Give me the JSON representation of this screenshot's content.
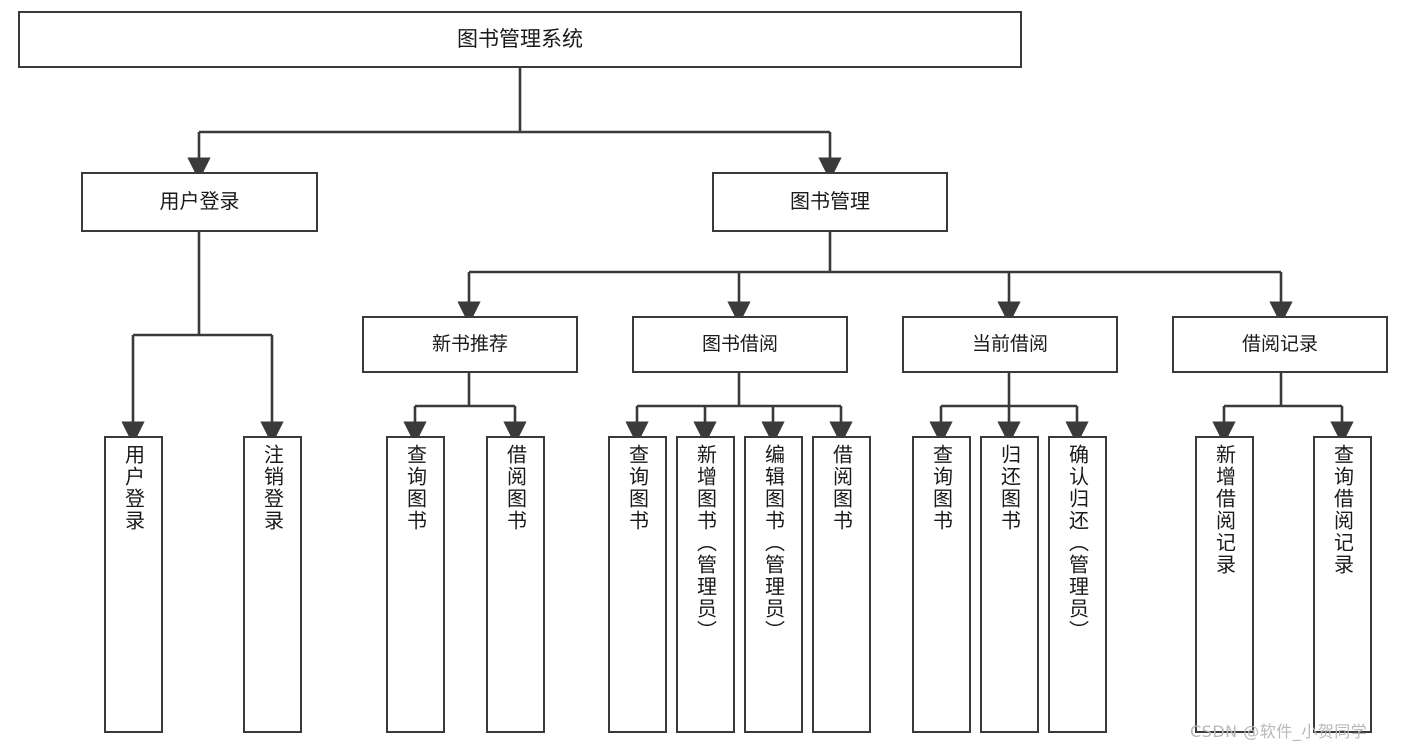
{
  "diagram": {
    "title": "图书管理系统",
    "type": "tree-hierarchy",
    "colors": {
      "stroke": "#3a3a3a",
      "box_fill": "#ffffff",
      "text": "#1a1a1a",
      "background": "#ffffff",
      "watermark": "#b8b8b8"
    },
    "root": {
      "label": "图书管理系统"
    },
    "level1": [
      {
        "label": "用户登录"
      },
      {
        "label": "图书管理"
      }
    ],
    "level2": [
      {
        "label": "新书推荐"
      },
      {
        "label": "图书借阅"
      },
      {
        "label": "当前借阅"
      },
      {
        "label": "借阅记录"
      }
    ],
    "leaves": {
      "user_login": [
        {
          "label": "用户登录"
        },
        {
          "label": "注销登录"
        }
      ],
      "new_book_recommend": [
        {
          "label": "查询图书"
        },
        {
          "label": "借阅图书"
        }
      ],
      "book_borrow": [
        {
          "label": "查询图书"
        },
        {
          "label": "新增图书（管理员）"
        },
        {
          "label": "编辑图书（管理员）"
        },
        {
          "label": "借阅图书"
        }
      ],
      "current_borrow": [
        {
          "label": "查询图书"
        },
        {
          "label": "归还图书"
        },
        {
          "label": "确认归还（管理员）"
        }
      ],
      "borrow_record": [
        {
          "label": "新增借阅记录"
        },
        {
          "label": "查询借阅记录"
        }
      ]
    },
    "watermark": "CSDN @软件_小贺同学"
  }
}
